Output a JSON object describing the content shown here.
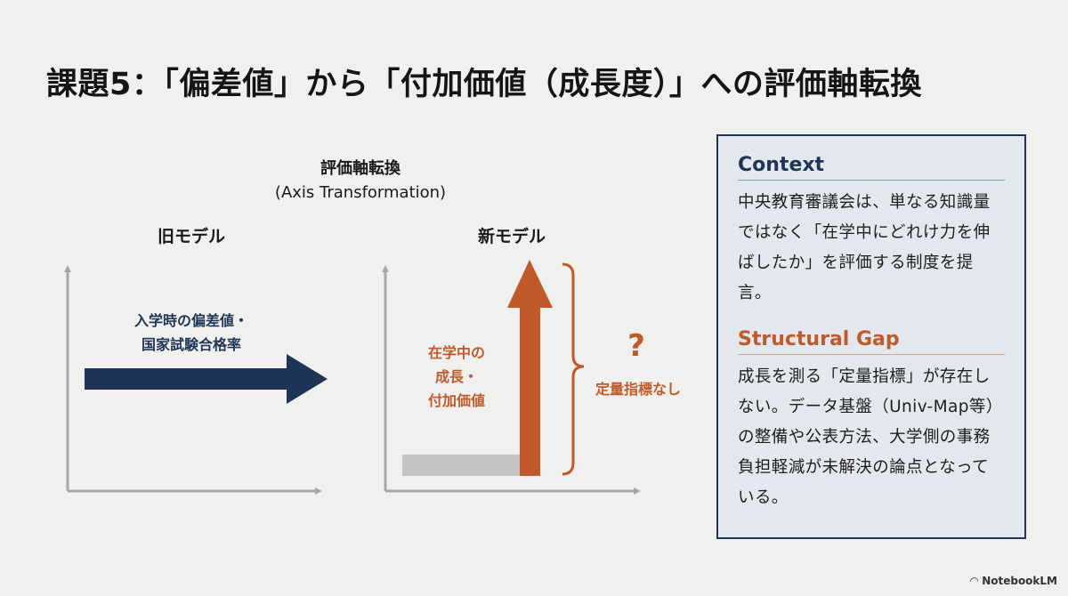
{
  "title": "課題5：「偏差値」から「付加価値（成長度）」への評価軸転換",
  "diagram": {
    "center_label": "評価軸転換",
    "center_sublabel": "(Axis Transformation)",
    "old_model": {
      "label": "旧モデル",
      "arrow_text_line1": "入学時の偏差値・",
      "arrow_text_line2": "国家試験合格率"
    },
    "new_model": {
      "label": "新モデル",
      "arrow_text_line1": "在学中の",
      "arrow_text_line2": "成長・",
      "arrow_text_line3": "付加価値",
      "question_mark": "?",
      "gap_label": "定量指標なし"
    }
  },
  "panel": {
    "context_heading": "Context",
    "context_body": "中央教育審議会は、単なる知識量ではなく「在学中にどれけ力を伸ばしたか」を評価する制度を提言。",
    "gap_heading": "Structural Gap",
    "gap_body": "成長を測る「定量指標」が存在しない。データ基盤（Univ-Map等）の整備や公表方法、大学側の事務負担軽減が未解決の論点となっている。"
  },
  "brand": "NotebookLM",
  "colors": {
    "navy": "#1e3557",
    "orange": "#c05a2a",
    "axis_gray": "#a6a6a6",
    "baseline_gray": "#c4c4c4",
    "background": "#f0f0ef",
    "panel_bg": "#e3e7ee"
  }
}
